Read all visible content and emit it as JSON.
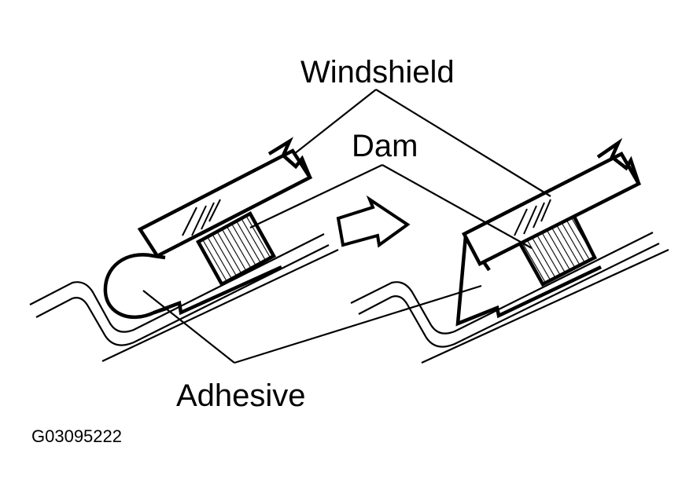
{
  "labels": {
    "windshield": "Windshield",
    "dam": "Dam",
    "adhesive": "Adhesive"
  },
  "figure_id": "G03095222",
  "colors": {
    "ink": "#000000",
    "background": "#ffffff"
  }
}
